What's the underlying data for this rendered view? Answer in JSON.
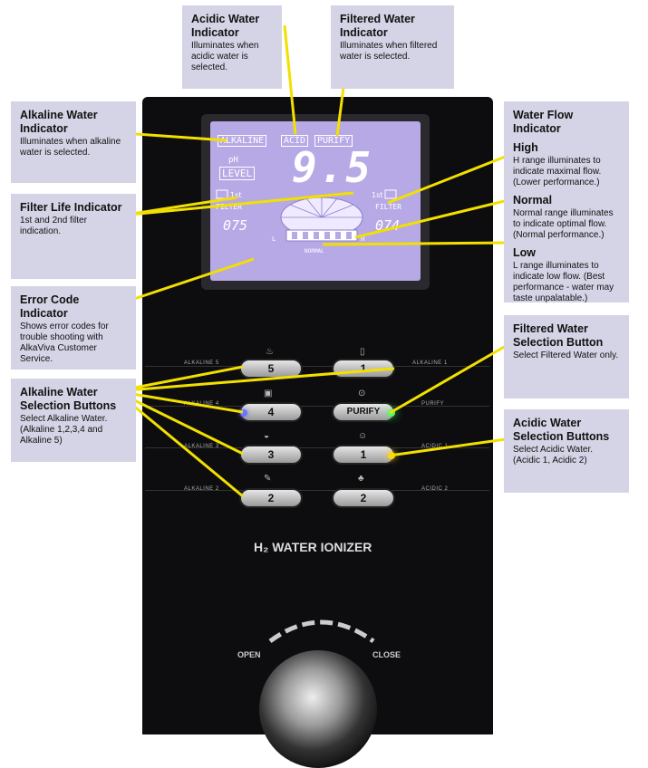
{
  "callouts": {
    "acidic_indicator": {
      "title": "Acidic Water Indicator",
      "desc": "Illuminates when acidic water is selected."
    },
    "filtered_indicator": {
      "title": "Filtered Water Indicator",
      "desc": "Illuminates when filtered water is selected."
    },
    "alkaline_indicator": {
      "title": "Alkaline Water Indicator",
      "desc": "Illuminates when alkaline water is selected."
    },
    "filter_life": {
      "title": "Filter Life Indicator",
      "desc": "1st and 2nd filter indication."
    },
    "error_code": {
      "title": "Error Code Indicator",
      "desc": "Shows error codes for trouble shooting with AlkaViva Customer Service."
    },
    "alkaline_buttons": {
      "title": "Alkaline Water Selection Buttons",
      "desc": "Select Alkaline Water. (Alkaline 1,2,3,4 and Alkaline 5)"
    },
    "flow": {
      "title": "Water Flow Indicator",
      "high_title": "High",
      "high_desc": "H range illuminates to indicate maximal flow. (Lower performance.)",
      "normal_title": "Normal",
      "normal_desc": "Normal range illuminates to indicate optimal flow. (Normal performance.)",
      "low_title": "Low",
      "low_desc": "L range illuminates to indicate low flow. (Best performance - water may taste unpalatable.)"
    },
    "filtered_button": {
      "title": "Filtered Water Selection Button",
      "desc": "Select Filtered Water only."
    },
    "acidic_buttons": {
      "title": "Acidic Water Selection Buttons",
      "desc": "Select Acidic Water. (Acidic 1, Acidic 2)"
    }
  },
  "lcd": {
    "alkaline": "ALKALINE",
    "acid": "ACID",
    "purify": "PURIFY",
    "ph": "pH",
    "level": "LEVEL",
    "value": "9.5",
    "filter": "FILTER",
    "filter1_count": "075",
    "filter2_count": "074",
    "low": "L",
    "high": "H",
    "normal": "NORMAL"
  },
  "buttons": {
    "alk5": "5",
    "alk4": "4",
    "alk3": "3",
    "alk2": "2",
    "acid1_top": "1",
    "purify": "PURIFY",
    "acid1": "1",
    "acid2": "2"
  },
  "side_labels": {
    "alk5": "ALKALINE 5",
    "alk4": "ALKALINE 4",
    "alk3": "ALKALINE 3",
    "alk2": "ALKALINE 2",
    "alk1": "ALKALINE 1",
    "purify": "PURIFY",
    "acidic1": "ACIDIC 1",
    "acidic2": "ACIDIC 2"
  },
  "device": {
    "brand": "H₂ WATER IONIZER",
    "open": "OPEN",
    "close": "CLOSE"
  },
  "colors": {
    "callout_bg": "#d4d4e6",
    "leader": "#f2e000",
    "lcd": "#b7a9e6",
    "led_green": "#4cff6a",
    "led_yellow": "#ffd21a",
    "led_blue": "#6c74ff"
  }
}
